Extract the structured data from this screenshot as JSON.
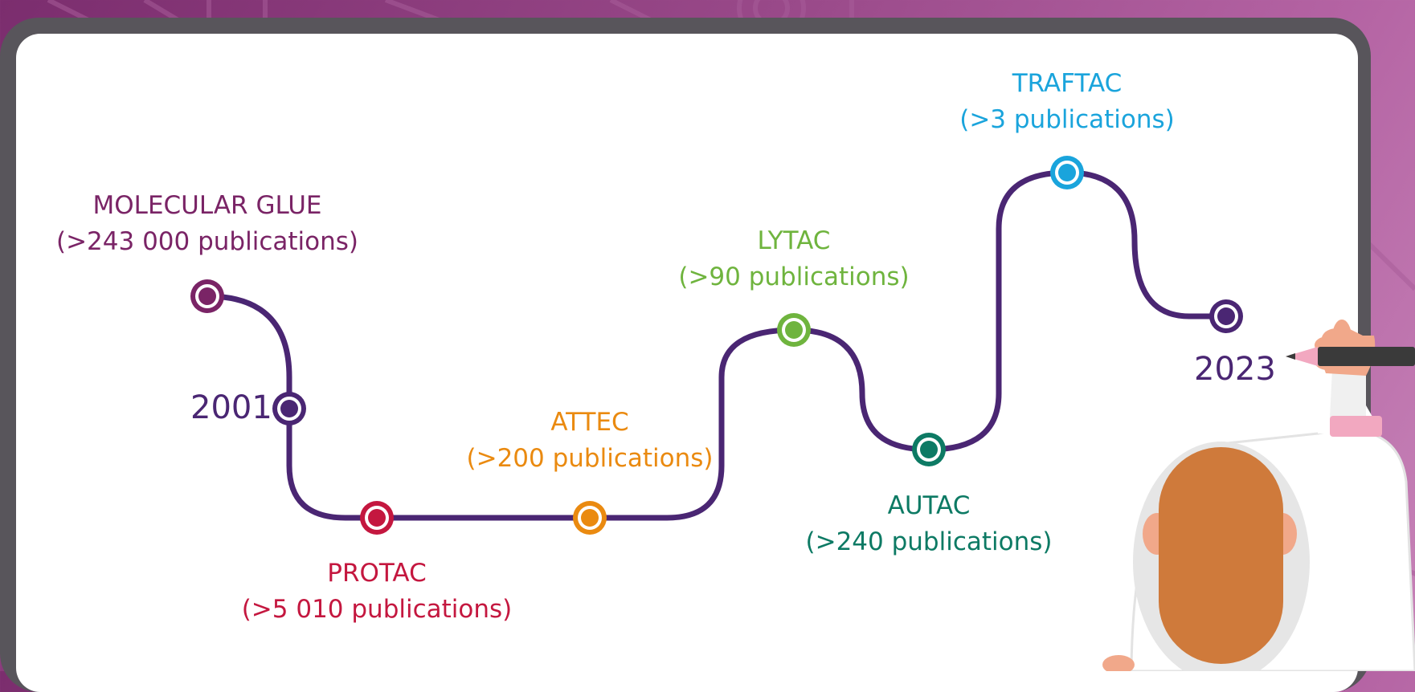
{
  "colors": {
    "path": "#4a2673",
    "background": "#8e3f80",
    "board": "#ffffff",
    "frame": "#58555b"
  },
  "years": {
    "start": "2001",
    "end": "2023"
  },
  "milestones": [
    {
      "name": "MOLECULAR GLUE",
      "count": "(>243 000 publications)",
      "color": "#7a2466"
    },
    {
      "name": "PROTAC",
      "count": "(>5 010 publications)",
      "color": "#c4173f"
    },
    {
      "name": "ATTEC",
      "count": "(>200 publications)",
      "color": "#ea8a10"
    },
    {
      "name": "LYTAC",
      "count": "(>90 publications)",
      "color": "#6fb43e"
    },
    {
      "name": "AUTAC",
      "count": "(>240 publications)",
      "color": "#0d7a64"
    },
    {
      "name": "TRAFTAC",
      "count": "(>3 publications)",
      "color": "#1aa4dc"
    }
  ],
  "illustration": {
    "figure": "scientist-drawing-illustration",
    "pen": "pen-icon"
  }
}
